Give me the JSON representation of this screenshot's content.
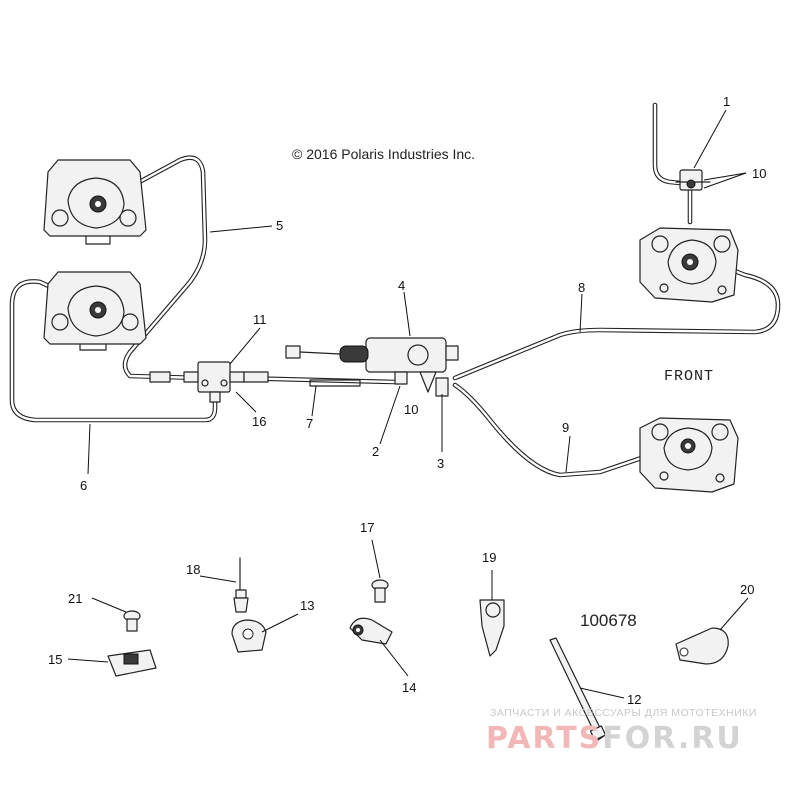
{
  "copyright": "© 2016 Polaris Industries Inc.",
  "front_label": "FRONT",
  "drawing_number": "100678",
  "callouts": [
    "1",
    "2",
    "3",
    "4",
    "5",
    "6",
    "7",
    "8",
    "9",
    "10",
    "10",
    "11",
    "12",
    "13",
    "14",
    "15",
    "16",
    "17",
    "18",
    "19",
    "20",
    "21"
  ],
  "watermark": {
    "tagline": "ЗАПЧАСТИ И АКСЕССУАРЫ ДЛЯ МОТОТЕХНИКИ",
    "brand": "PARTSFOR.RU",
    "color_gray": "#d3d3d3",
    "color_red": "#f2b8b8"
  },
  "colors": {
    "line": "#222222",
    "background": "#ffffff"
  }
}
